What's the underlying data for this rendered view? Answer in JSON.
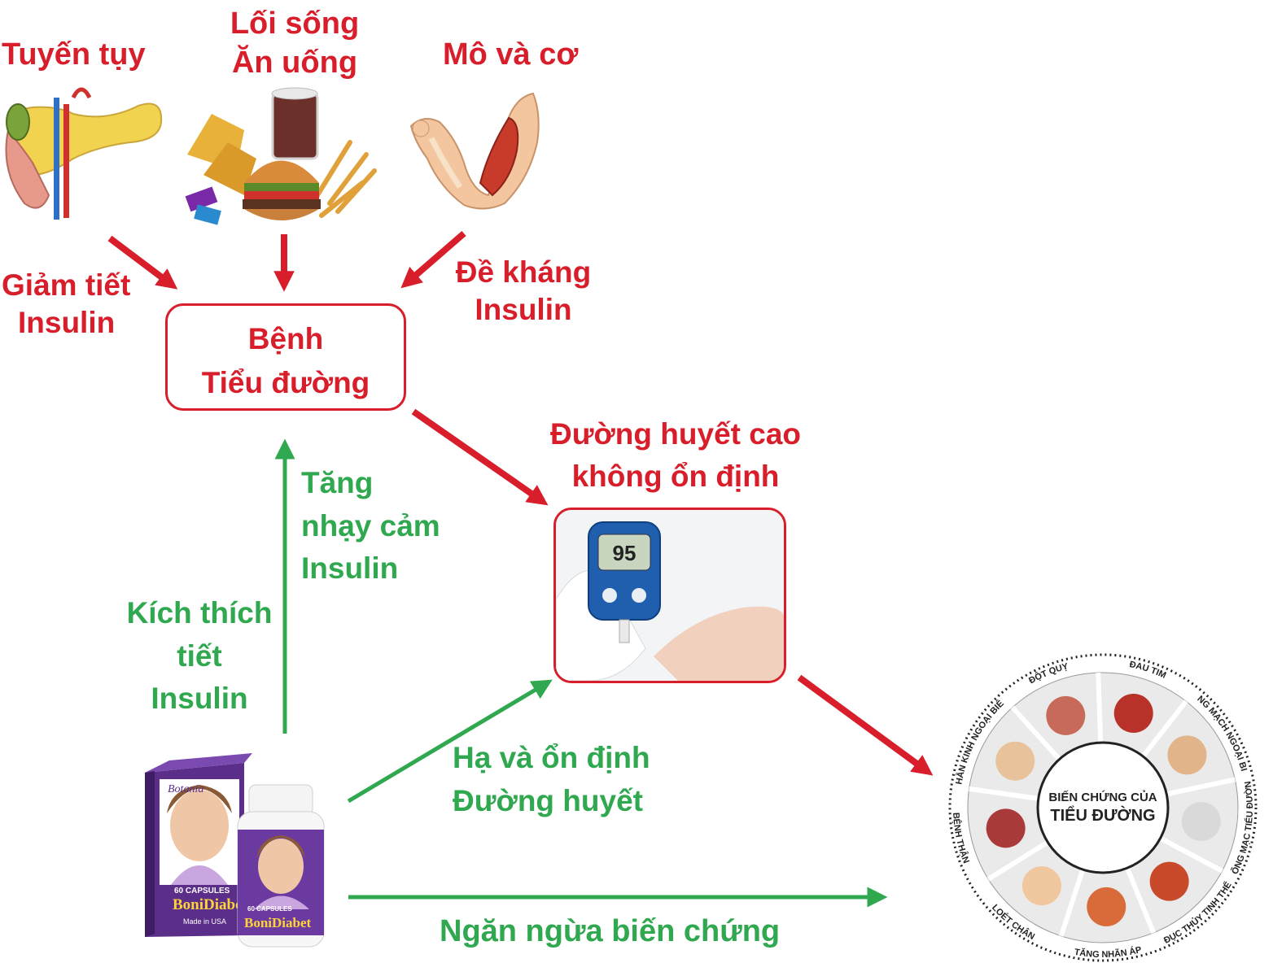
{
  "colors": {
    "red": "#d81e2a",
    "green": "#2fa84f"
  },
  "causes": {
    "pancreas": {
      "title": "Tuyến tụy",
      "effect": [
        "Giảm tiết",
        "Insulin"
      ]
    },
    "lifestyle": {
      "title": [
        "Lối sống",
        "Ăn uống"
      ]
    },
    "tissue": {
      "title": "Mô và cơ",
      "effect": [
        "Đề kháng",
        "Insulin"
      ]
    }
  },
  "disease": [
    "Bệnh",
    "Tiểu đường"
  ],
  "blood_sugar": {
    "title": [
      "Đường huyết cao",
      "không ổn định"
    ],
    "meter_reading": "95"
  },
  "product": {
    "box_brand": "Botania",
    "box_count": "60 CAPSULES",
    "box_name": "BoniDiabet",
    "box_origin": "Made in USA",
    "bottle_count": "60 CAPSULES",
    "bottle_name": "BoniDiabet"
  },
  "benefits": {
    "sensitivity": [
      "Tăng",
      "nhạy cảm",
      "Insulin"
    ],
    "secretion": [
      "Kích thích",
      "tiết",
      "Insulin"
    ],
    "stabilize": [
      "Hạ và ổn định",
      "Đường huyết"
    ],
    "prevent": "Ngăn ngừa biến chứng"
  },
  "complications": {
    "center": [
      "BIẾN CHỨNG CỦA",
      "TIỂU ĐƯỜNG"
    ],
    "items": [
      "ĐỘT QUỴ",
      "ĐAU TIM",
      "ĐỘNG MẠCH NGOẠI BIÊN",
      "VÕNG MẠC TIỂU ĐƯỜNG",
      "ĐỤC THỦY TINH THỂ",
      "TĂNG NHÃN ÁP",
      "LOÉT CHÂN",
      "BỆNH THẬN",
      "THẦN KINH NGOẠI BIÊN"
    ]
  }
}
